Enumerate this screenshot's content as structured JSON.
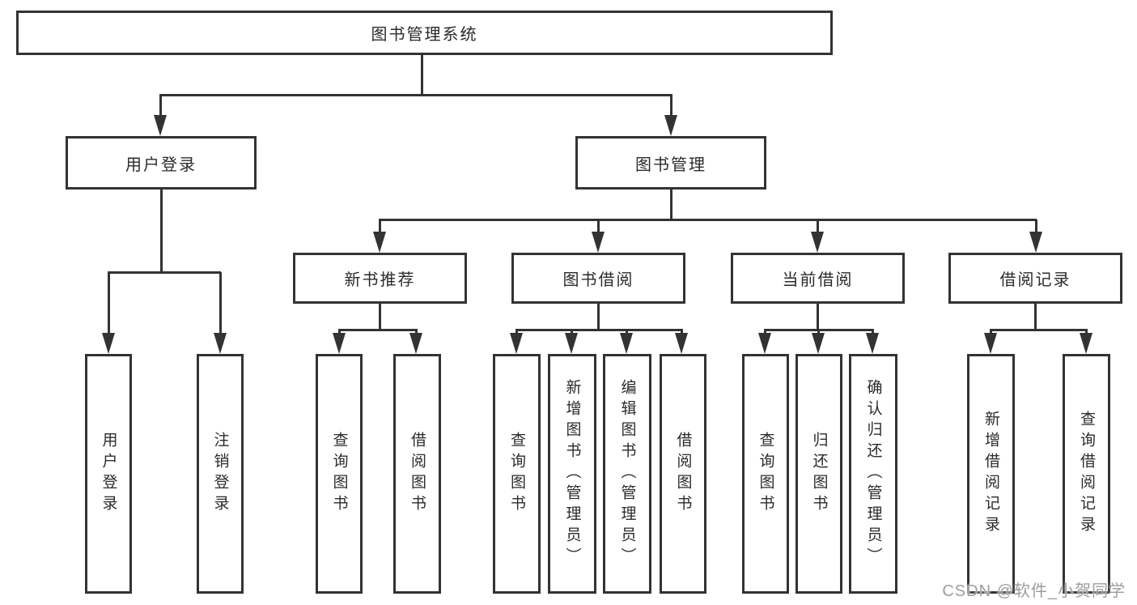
{
  "diagram": {
    "root": {
      "label": "图书管理系统"
    },
    "level2": [
      {
        "id": "user-login",
        "label": "用户登录"
      },
      {
        "id": "book-management",
        "label": "图书管理"
      }
    ],
    "level3": [
      {
        "id": "new-book-recommend",
        "label": "新书推荐"
      },
      {
        "id": "book-borrow",
        "label": "图书借阅"
      },
      {
        "id": "current-borrow",
        "label": "当前借阅"
      },
      {
        "id": "borrow-records",
        "label": "借阅记录"
      }
    ],
    "leaves": {
      "user_login": [
        "用户登录",
        "注销登录"
      ],
      "new_book_recommend": [
        "查询图书",
        "借阅图书"
      ],
      "book_borrow": [
        "查询图书",
        "新增图书（管理员）",
        "编辑图书（管理员）",
        "借阅图书"
      ],
      "current_borrow": [
        "查询图书",
        "归还图书",
        "确认归还（管理员）"
      ],
      "borrow_records": [
        "新增借阅记录",
        "查询借阅记录"
      ]
    },
    "colors": {
      "line": "#333333",
      "box_border": "#333333",
      "text": "#2b2b2b",
      "background": "#ffffff",
      "watermark": "#9d9d9d"
    }
  },
  "watermark": {
    "text": "CSDN @软件_小贺同学"
  }
}
